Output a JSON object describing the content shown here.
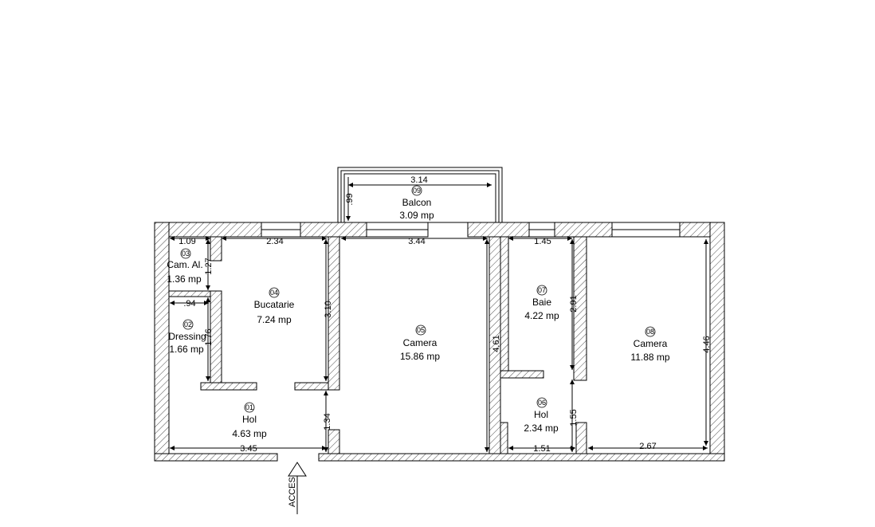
{
  "rooms": {
    "hol_acces": {
      "number": "01",
      "name": "Hol",
      "area": "4.63 mp"
    },
    "dressing": {
      "number": "02",
      "name": "Dressing",
      "area": "1.66 mp"
    },
    "cam_al": {
      "number": "03",
      "name": "Cam. Al.",
      "area": "1.36 mp"
    },
    "bucatarie": {
      "number": "04",
      "name": "Bucatarie",
      "area": "7.24 mp"
    },
    "camera_mare": {
      "number": "05",
      "name": "Camera",
      "area": "15.86 mp"
    },
    "hol_baie": {
      "number": "06",
      "name": "Hol",
      "area": "2.34 mp"
    },
    "baie": {
      "number": "07",
      "name": "Baie",
      "area": "4.22 mp"
    },
    "camera_mica": {
      "number": "08",
      "name": "Camera",
      "area": "11.88 mp"
    },
    "balcon": {
      "number": "09",
      "name": "Balcon",
      "area": "3.09 mp"
    }
  },
  "dimensions": {
    "balcon_width": "3.14",
    "balcon_depth": ".99",
    "cam_al_width": "1.09",
    "cam_al_height": "1.27",
    "dressing_width": ".94",
    "dressing_height": "1.76",
    "bucatarie_width": "2.34",
    "bucatarie_height": "3.10",
    "camera_width": "3.44",
    "camera_height": "4.61",
    "baie_width": "1.45",
    "baie_height": "2.91",
    "hol_baie_width": "1.51",
    "hol_baie_height": "1.55",
    "camera_mica_width": "2.67",
    "camera_mica_height": "4.46",
    "hol_width": "3.45",
    "hol_height": "1.34"
  },
  "entrance": {
    "label": "ACCES"
  }
}
